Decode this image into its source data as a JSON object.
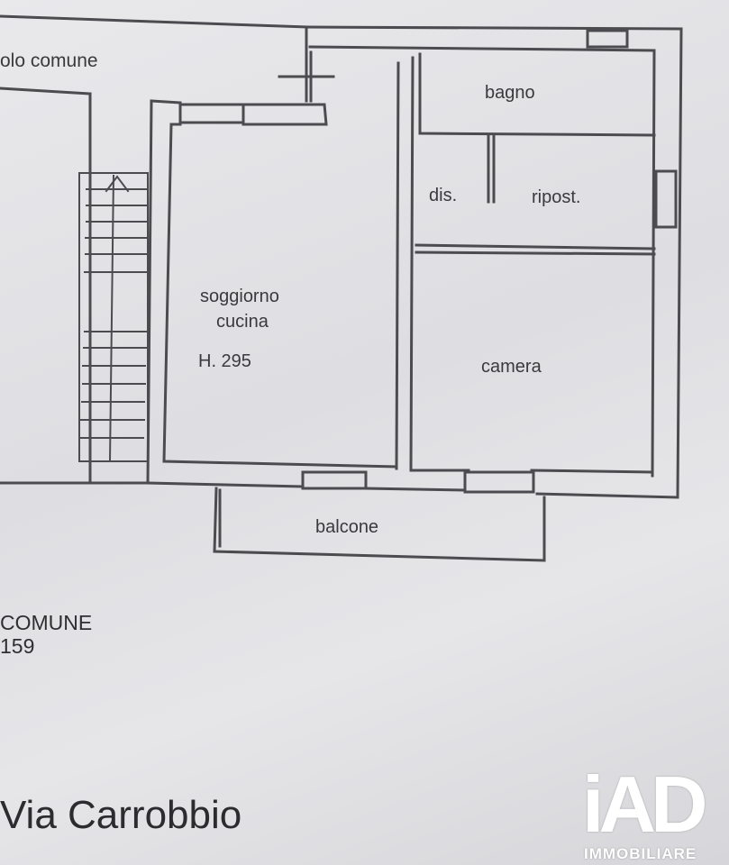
{
  "labels": {
    "common_area": "olo comune",
    "bathroom": "bagno",
    "hallway": "dis.",
    "storage": "ripost.",
    "living_line1": "soggiorno",
    "living_line2": "cucina",
    "height": "H. 295",
    "bedroom": "camera",
    "balcony": "balcone",
    "comune_line1": "COMUNE",
    "comune_line2": "159",
    "street": "Via Carrobbio"
  },
  "logo": {
    "name": "iAD",
    "subtitle": "IMMOBILIARE"
  },
  "colors": {
    "paper": "#e4e4e7",
    "ink": "#4a4a4f"
  }
}
